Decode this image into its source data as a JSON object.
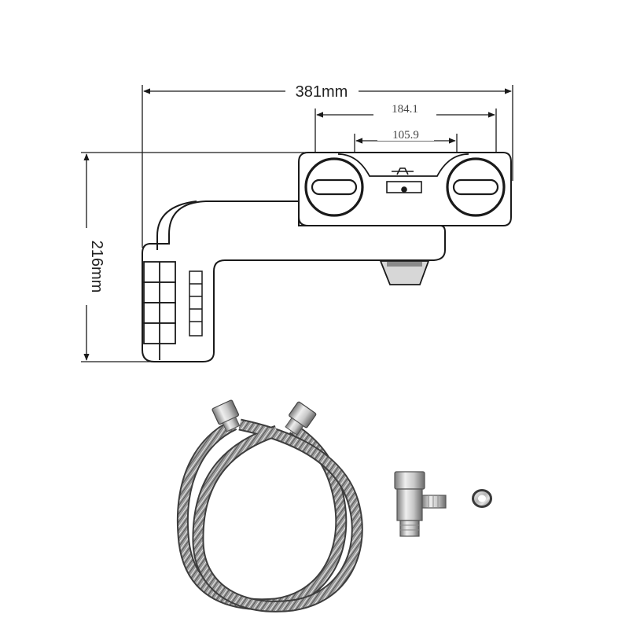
{
  "dimensions": {
    "overall_width": "381mm",
    "knob_span": "184.1",
    "inner_span": "105.9",
    "overall_height": "216mm"
  },
  "colors": {
    "line": "#1a1a1a",
    "metal_light": "#e6e6e6",
    "metal_mid": "#a9a9a9",
    "metal_dark": "#5c5c5c"
  },
  "components": [
    "bidet-attachment-drawing",
    "braided-steel-hose",
    "t-adapter-valve",
    "rubber-washer"
  ]
}
